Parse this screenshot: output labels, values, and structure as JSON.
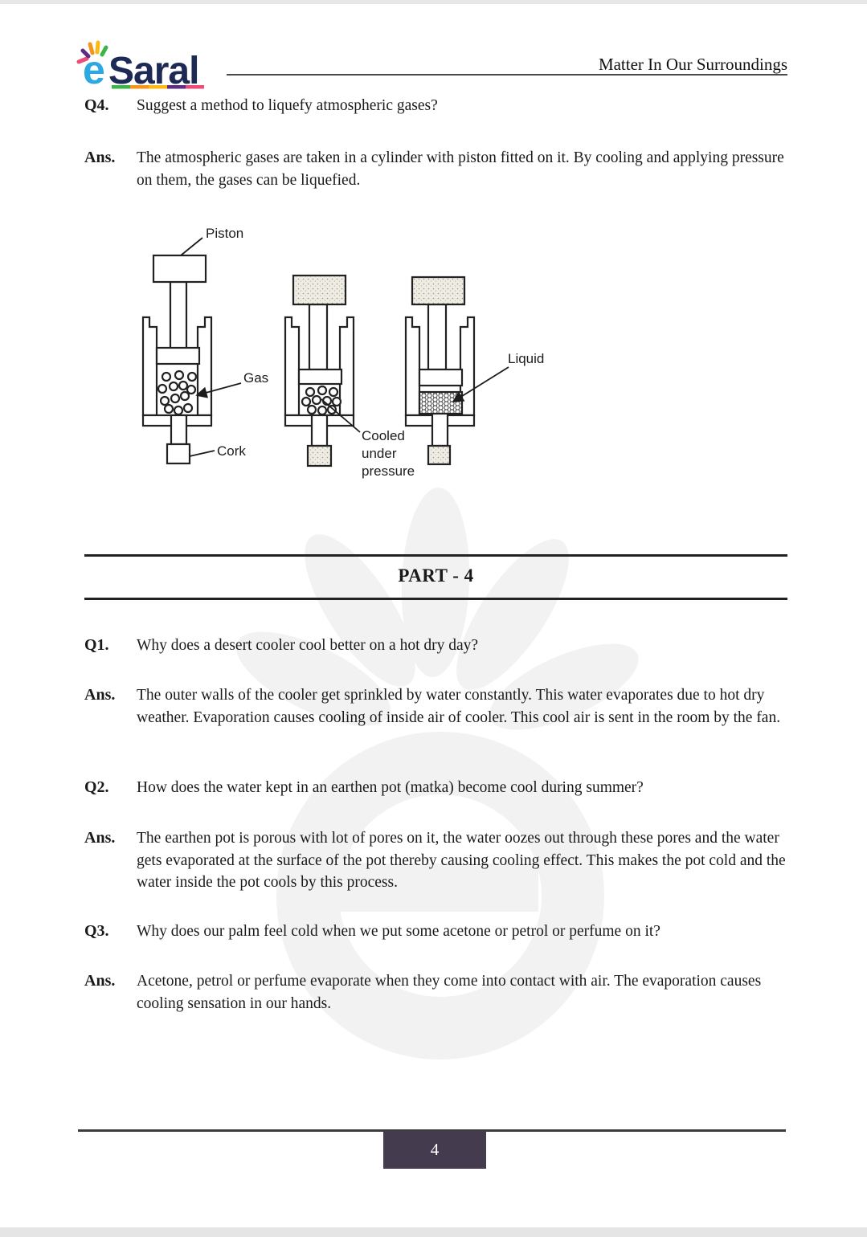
{
  "header": {
    "logo": {
      "e": "e",
      "name": "Saral"
    },
    "title": "Matter In Our Surroundings"
  },
  "part_heading": "PART - 4",
  "qa": [
    {
      "label": "Q4.",
      "text": "Suggest a method to liquefy atmospheric gases?"
    },
    {
      "label": "Ans.",
      "text": "The atmospheric gases are taken in a cylinder with piston fitted on it. By cooling and applying pressure on them, the gases can be liquefied."
    },
    {
      "label": "Q1.",
      "text": "Why does a desert cooler cool better on a hot dry day?"
    },
    {
      "label": "Ans.",
      "text": "The outer walls of the cooler get sprinkled by water constantly. This water evaporates due to hot dry weather. Evaporation causes cooling of inside air of cooler. This cool air is sent in the room by the fan."
    },
    {
      "label": "Q2.",
      "text": "How does the water kept in an earthen pot (matka) become cool during summer?"
    },
    {
      "label": "Ans.",
      "text": "The earthen pot is porous with lot of pores on it, the water oozes out through these pores and the water gets evaporated at the surface of the pot thereby causing cooling effect. This makes the pot cold and the water inside the pot cools by this process."
    },
    {
      "label": "Q3.",
      "text": "Why does our palm feel cold when we put some acetone or petrol or perfume on it?"
    },
    {
      "label": "Ans.",
      "text": "Acetone, petrol or perfume evaporate when they come into contact with air. The evaporation causes cooling sensation in our hands."
    }
  ],
  "diagram": {
    "labels": {
      "piston": "Piston",
      "gas": "Gas",
      "cork": "Cork",
      "cooled_1": "Cooled",
      "cooled_2": "under",
      "cooled_3": "pressure",
      "liquid": "Liquid"
    }
  },
  "footer": {
    "page_number": "4"
  },
  "colors": {
    "brand_navy": "#1e2a56",
    "brand_blue": "#2ba9e0",
    "underline_green": "#3bb54a",
    "underline_orange": "#f7941d",
    "underline_yellow": "#fdb913",
    "underline_purple": "#5c2d83",
    "underline_pink": "#ed4c78",
    "page_number_bg": "#453b4e"
  }
}
